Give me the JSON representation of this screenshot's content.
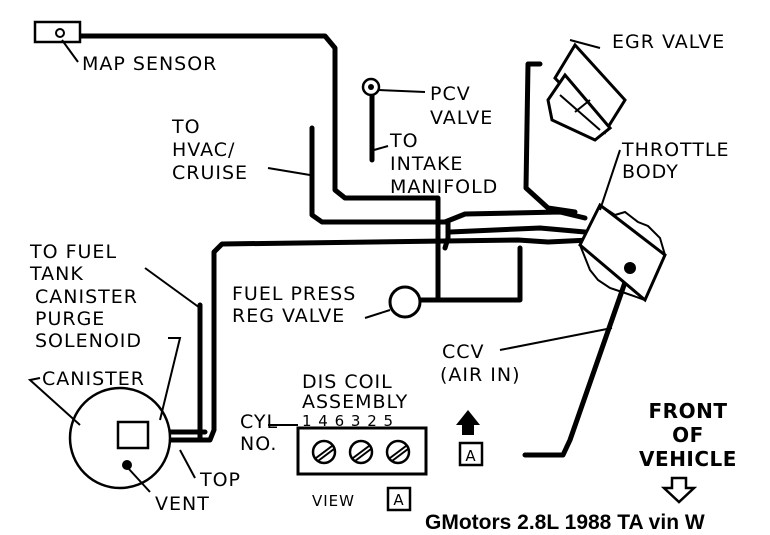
{
  "labels": {
    "map_sensor": "MAP SENSOR",
    "pcv_valve": [
      "PCV",
      "VALVE"
    ],
    "egr_valve": "EGR VALVE",
    "to_hvac": [
      "TO",
      "HVAC/",
      "CRUISE"
    ],
    "to_intake": [
      "TO",
      "INTAKE",
      "MANIFOLD"
    ],
    "throttle_body": [
      "THROTTLE",
      "BODY"
    ],
    "to_fuel_tank": [
      "TO FUEL",
      "TANK"
    ],
    "canister_purge": [
      "CANISTER",
      "PURGE",
      "SOLENOID"
    ],
    "canister": "CANISTER",
    "fuel_press": [
      "FUEL PRESS",
      "REG VALVE"
    ],
    "ccv": [
      "CCV",
      "(AIR IN)"
    ],
    "dis_coil": [
      "DIS COIL",
      "ASSEMBLY"
    ],
    "cyl": [
      "CYL",
      "NO."
    ],
    "cyl_numbers": "1 4 6 3 2 5",
    "front_of_vehicle": [
      "FRONT",
      "OF",
      "VEHICLE"
    ],
    "view": "VIEW",
    "view_letter": "A",
    "top": "TOP",
    "vent": "VENT"
  },
  "caption": "GMotors 2.8L 1988 TA vin W"
}
